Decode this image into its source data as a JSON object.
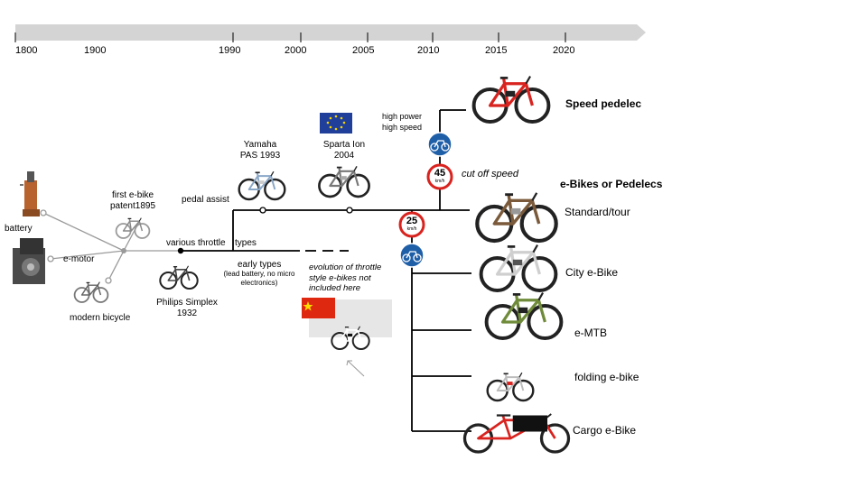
{
  "timeline": {
    "years": [
      "1800",
      "1900",
      "1990",
      "2000",
      "2005",
      "2010",
      "2015",
      "2020"
    ]
  },
  "origins": {
    "battery": "battery",
    "emotor": "e-motor",
    "modern_bicycle": "modern bicycle",
    "first_ebike": "first e-bike\npatent1895"
  },
  "branches": {
    "various_throttle": "various throttle",
    "types": "types",
    "pedal_assist": "pedal assist",
    "early_types": "early types",
    "early_types_note": "(lead battery, no micro\nelectronics)",
    "philips": "Philips Simplex\n1932",
    "yamaha": "Yamaha\nPAS 1993",
    "sparta": "Sparta Ion\n2004",
    "throttle_note": "evolution of throttle\nstyle e-bikes not\nincluded here"
  },
  "signs": {
    "speed_high": "45",
    "speed_low": "25",
    "unit": "km/h",
    "high_power": "high power\nhigh speed",
    "cut_off": "cut off speed"
  },
  "categories": {
    "speed_pedelec": "Speed pedelec",
    "ebikes_pedelecs": "e-Bikes or Pedelecs",
    "standard": "Standard/tour",
    "city": "City e-Bike",
    "emtb": "e-MTB",
    "folding": "folding e-bike",
    "cargo": "Cargo e-Bike"
  },
  "colors": {
    "timeline_bar": "#d4d4d4",
    "sign_blue": "#1f5fa8",
    "sign_red": "#d8231f",
    "eu_blue": "#1f3f9a",
    "cn_red": "#de2910"
  }
}
